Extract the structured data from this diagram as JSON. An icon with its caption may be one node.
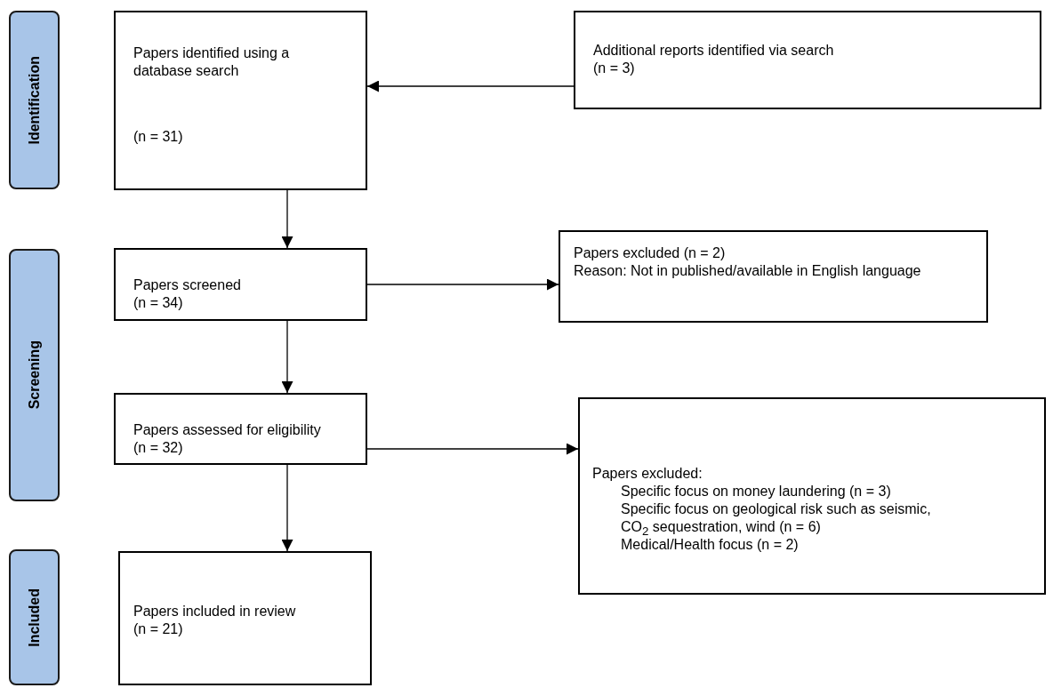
{
  "diagram": {
    "nodes": [
      {
        "text": [
          "Identification"
        ]
      },
      {
        "text": [
          "Papers identified using a database search",
          "(n = 31)"
        ]
      },
      {
        "text": [
          "Additional reports identified via search",
          "(n = 3)"
        ]
      },
      {
        "text": [
          "Screening"
        ]
      },
      {
        "text": [
          "Papers screened (n = 34)"
        ]
      },
      {
        "text": [
          "Papers excluded (n = 2)",
          "Reason: Not in published/available in English language"
        ]
      },
      {
        "text": [
          "Papers assessed for eligibility (n = 32)"
        ]
      },
      {
        "text": [
          "Papers excluded:",
          "Specific focus on money laundering (n = 3)",
          "Specific focus on geological risk such as seismic, CO$_{2}$ sequestration, wind (n = 6)",
          "Medical/Health focus (n = 2)"
        ]
      },
      {
        "text": [
          "Included"
        ]
      },
      {
        "text": [
          "Papers included in review (n = 21)"
        ]
      }
    ],
    "edges": [
      {
        "from": 2,
        "to": 1,
        "arrow": "to"
      },
      {
        "from": 1,
        "to": 4,
        "arrow": "to"
      },
      {
        "from": 4,
        "to": 5,
        "arrow": "to"
      },
      {
        "from": 4,
        "to": 6,
        "arrow": "to"
      },
      {
        "from": 6,
        "to": 7,
        "arrow": "to"
      },
      {
        "from": 6,
        "to": 9,
        "arrow": "to"
      }
    ]
  }
}
